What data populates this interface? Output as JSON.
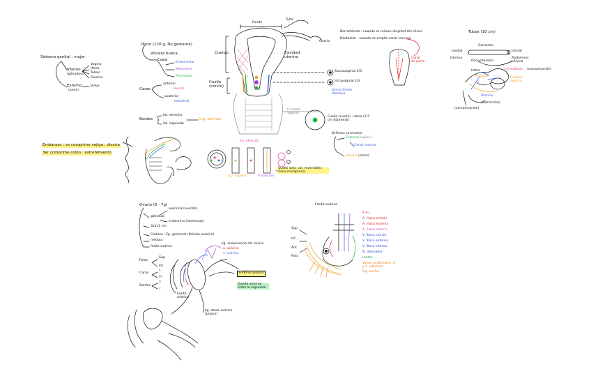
{
  "notes": {
    "genital": {
      "title": "Sistema genital : mujer",
      "interno": "Interno",
      "gonadas": "(gónadas)",
      "externo": "Externo",
      "pene": "(pene)",
      "list": [
        "Vagina",
        "Útero",
        "Tubas",
        "Ovarios"
      ],
      "vulva": "Vulva"
    },
    "utero_left": {
      "utero": "Útero (120 g, No gestante)",
      "visceral": "Víscera hueca",
      "capa": "Capa",
      "endometrio": "Endometrio",
      "miometrio": "Miometrio",
      "perimetrio": "Perimetrio",
      "caras": "Caras",
      "anterior": "anterior",
      "posterior": "posterior",
      "vesical": "vesical",
      "intestinal": "intestinal",
      "bordes": "Bordes",
      "lat_der": "lat. derecho",
      "lat_izq": "lat. izquierdo",
      "lig": "Lig. anchos"
    },
    "utero_center": {
      "fondo": "Fondo",
      "tuba": "Tuba",
      "ovario": "Ovario",
      "cuerpo": "Cuerpo",
      "cavidad": "Cavidad uterina",
      "cuello": "Cuello (cérvix)",
      "supravaginal": "Supravaginal 2/3",
      "intravaginal": "Intravaginal 1/3",
      "istmo": "Istmo (limite drenaje)",
      "cavidad_vaginal": "Cavidad Vaginal",
      "cuello_note": "Cuello (cuello) : útero (2.5 cm diámetro)"
    },
    "borramiento": {
      "b": "Borramiento : cuando se reduce longitud del cérvix",
      "d": "Dilatación : cuando se amplía canal cervical",
      "canal": "Canal de parto"
    },
    "tubas": {
      "title": "Tubas (10 cm)",
      "conducto": "Conducto",
      "medial": "medial",
      "lateral": "lateral",
      "uterina": "Uterina",
      "fecundacion": "(fecundación)",
      "abdomino": "Abdomino-pélvica",
      "istmo": "Istmo",
      "infundibulo": "Infundíbulo",
      "comunicacion": "(comunicación)",
      "ampolla": "Ampolla",
      "fimbria": "Fimbria ovárica",
      "uterina2": "Uterina",
      "extraccion": "(extracción)",
      "comunicacion2": "(comunicación)"
    },
    "orificios": {
      "title": "Orificios cervicales",
      "externo": "Externo",
      "vagina": "(vagina)",
      "canal": "Canal cervical",
      "interno": "Interno",
      "utero": "(útero)"
    },
    "embarazo": {
      "e": "Embarazo : se comprime vejiga : disuria",
      "c": "3er comprime colón : estreñimiento"
    },
    "lig_vessels": {
      "fondo": "Ep. ofrecido",
      "ep_vaginal": "Ep. vaginal",
      "transicion": "Transición",
      "cuello_solo": "Cuello solo: col. reversibles Zona metaplasia"
    },
    "ovario": {
      "title": "Ovario (6 - 7g)",
      "exocrina": "exocrina (ovocito)",
      "glandula": "glándula",
      "endocrina": "endocrina (hormonas)",
      "dims": "3x2x1 cm",
      "corteza": "Corteza : Ep. germinal (folículo ovárico)",
      "medula": "médula",
      "fosita": "fosita ovárica",
      "polos": "Polos",
      "sup": "Sup",
      "inf": "Inf",
      "caras": "Caras",
      "L": "L",
      "M": "M",
      "bordes": "Bordes",
      "A": "A",
      "P": "P",
      "lig_susp": "lig. suspensorio del ovario",
      "a_ovarica": "a. ovárica",
      "v_ovarica": "v. ovárica",
      "fimbria_box": "Fimbria ovárica",
      "fosita_sal": "Fosita ovárica",
      "lig_utero": "lig. útero-ovárico (propio)",
      "green": "Queda anterior entre la regresión"
    },
    "fosita": {
      "title": "Fosita ovárica",
      "sup": "Sup",
      "inf": "Inf",
      "ant": "Ant",
      "post": "Post",
      "legend": [
        {
          "text": "A.A.I.",
          "color": "#e01b1b"
        },
        {
          "text": "A. Ilíaca común",
          "color": "#e01b1b"
        },
        {
          "text": "A. Ilíaca externa",
          "color": "#e01b1b"
        },
        {
          "text": "A. ilíaca interna",
          "color": "#c04fd8"
        },
        {
          "text": "V. Ilíaca común",
          "color": "#2b4cd6"
        },
        {
          "text": "V. Ilíaca externa",
          "color": "#2b4cd6"
        },
        {
          "text": "V. ilíaca interna",
          "color": "#2b4cd6"
        },
        {
          "text": "N. obturador",
          "color": "#2b4cd6"
        },
        {
          "text": "Ureter",
          "color": "#18a34a"
        },
        {
          "text": "Vasos umbilicales (A. y V. internas)",
          "color": "#e8821a"
        },
        {
          "text": "Lig. ancho",
          "color": "#e8821a"
        }
      ]
    }
  },
  "colors": {
    "red": "#e01b1b",
    "orange": "#f39a1e",
    "green": "#1fb33a",
    "blue": "#3559e0",
    "purple": "#a24bd8",
    "pink": "#e0409a",
    "yellow": "#fff38a",
    "lightgreen": "#b9f3c4",
    "gray": "#9a9a9a"
  }
}
